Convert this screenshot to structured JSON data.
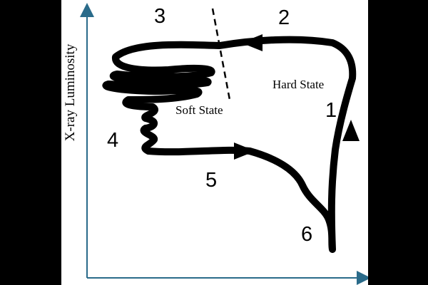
{
  "diagram": {
    "y_axis_label": "X-ray Luminosity",
    "x_axis_label": "",
    "state_labels": {
      "hard": "Hard State",
      "soft": "Soft State"
    },
    "stage_numbers": [
      "1",
      "2",
      "3",
      "4",
      "5",
      "6"
    ],
    "colors": {
      "axis": "#2a6b8a",
      "track": "#000000",
      "frame": "#000000",
      "panel": "#ffffff"
    }
  }
}
